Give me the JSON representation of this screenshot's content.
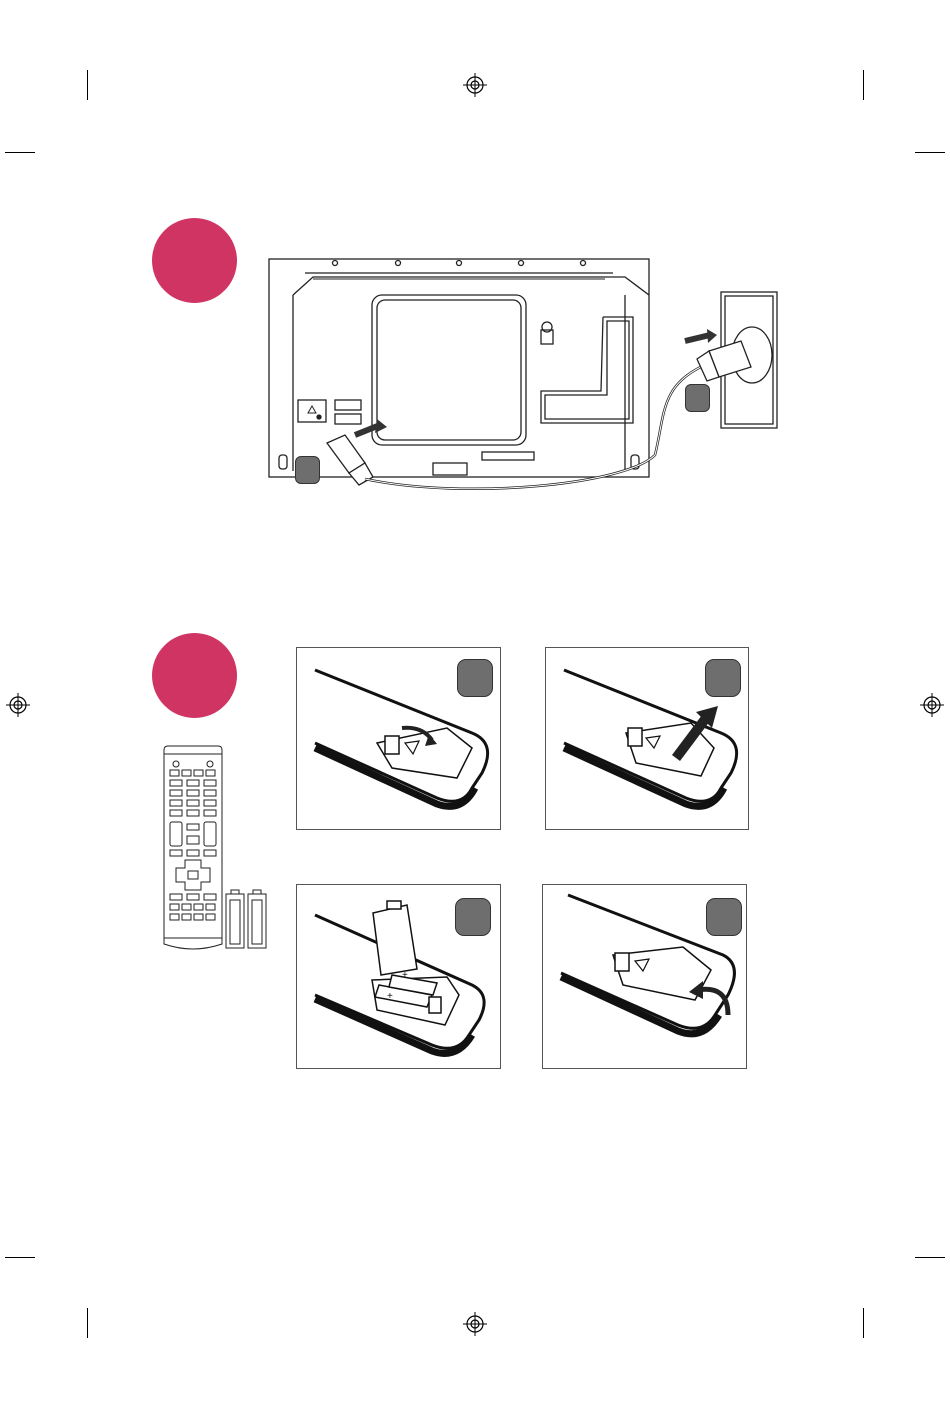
{
  "page": {
    "accent_color": "#cf3462",
    "badge_color": "#6e6e6e",
    "line_color": "#222222"
  },
  "steps": [
    {
      "id": "connect-power",
      "icon": "step-circle"
    },
    {
      "id": "insert-batteries",
      "icon": "step-circle"
    }
  ],
  "battery_panels": [
    {
      "id": "open-cover",
      "icon": "cover-slide-arrow-icon"
    },
    {
      "id": "lift-cover",
      "icon": "cover-lift-arrow-icon"
    },
    {
      "id": "insert-batteries",
      "icon": "batteries-icon"
    },
    {
      "id": "close-cover",
      "icon": "cover-close-arrow-icon"
    }
  ]
}
